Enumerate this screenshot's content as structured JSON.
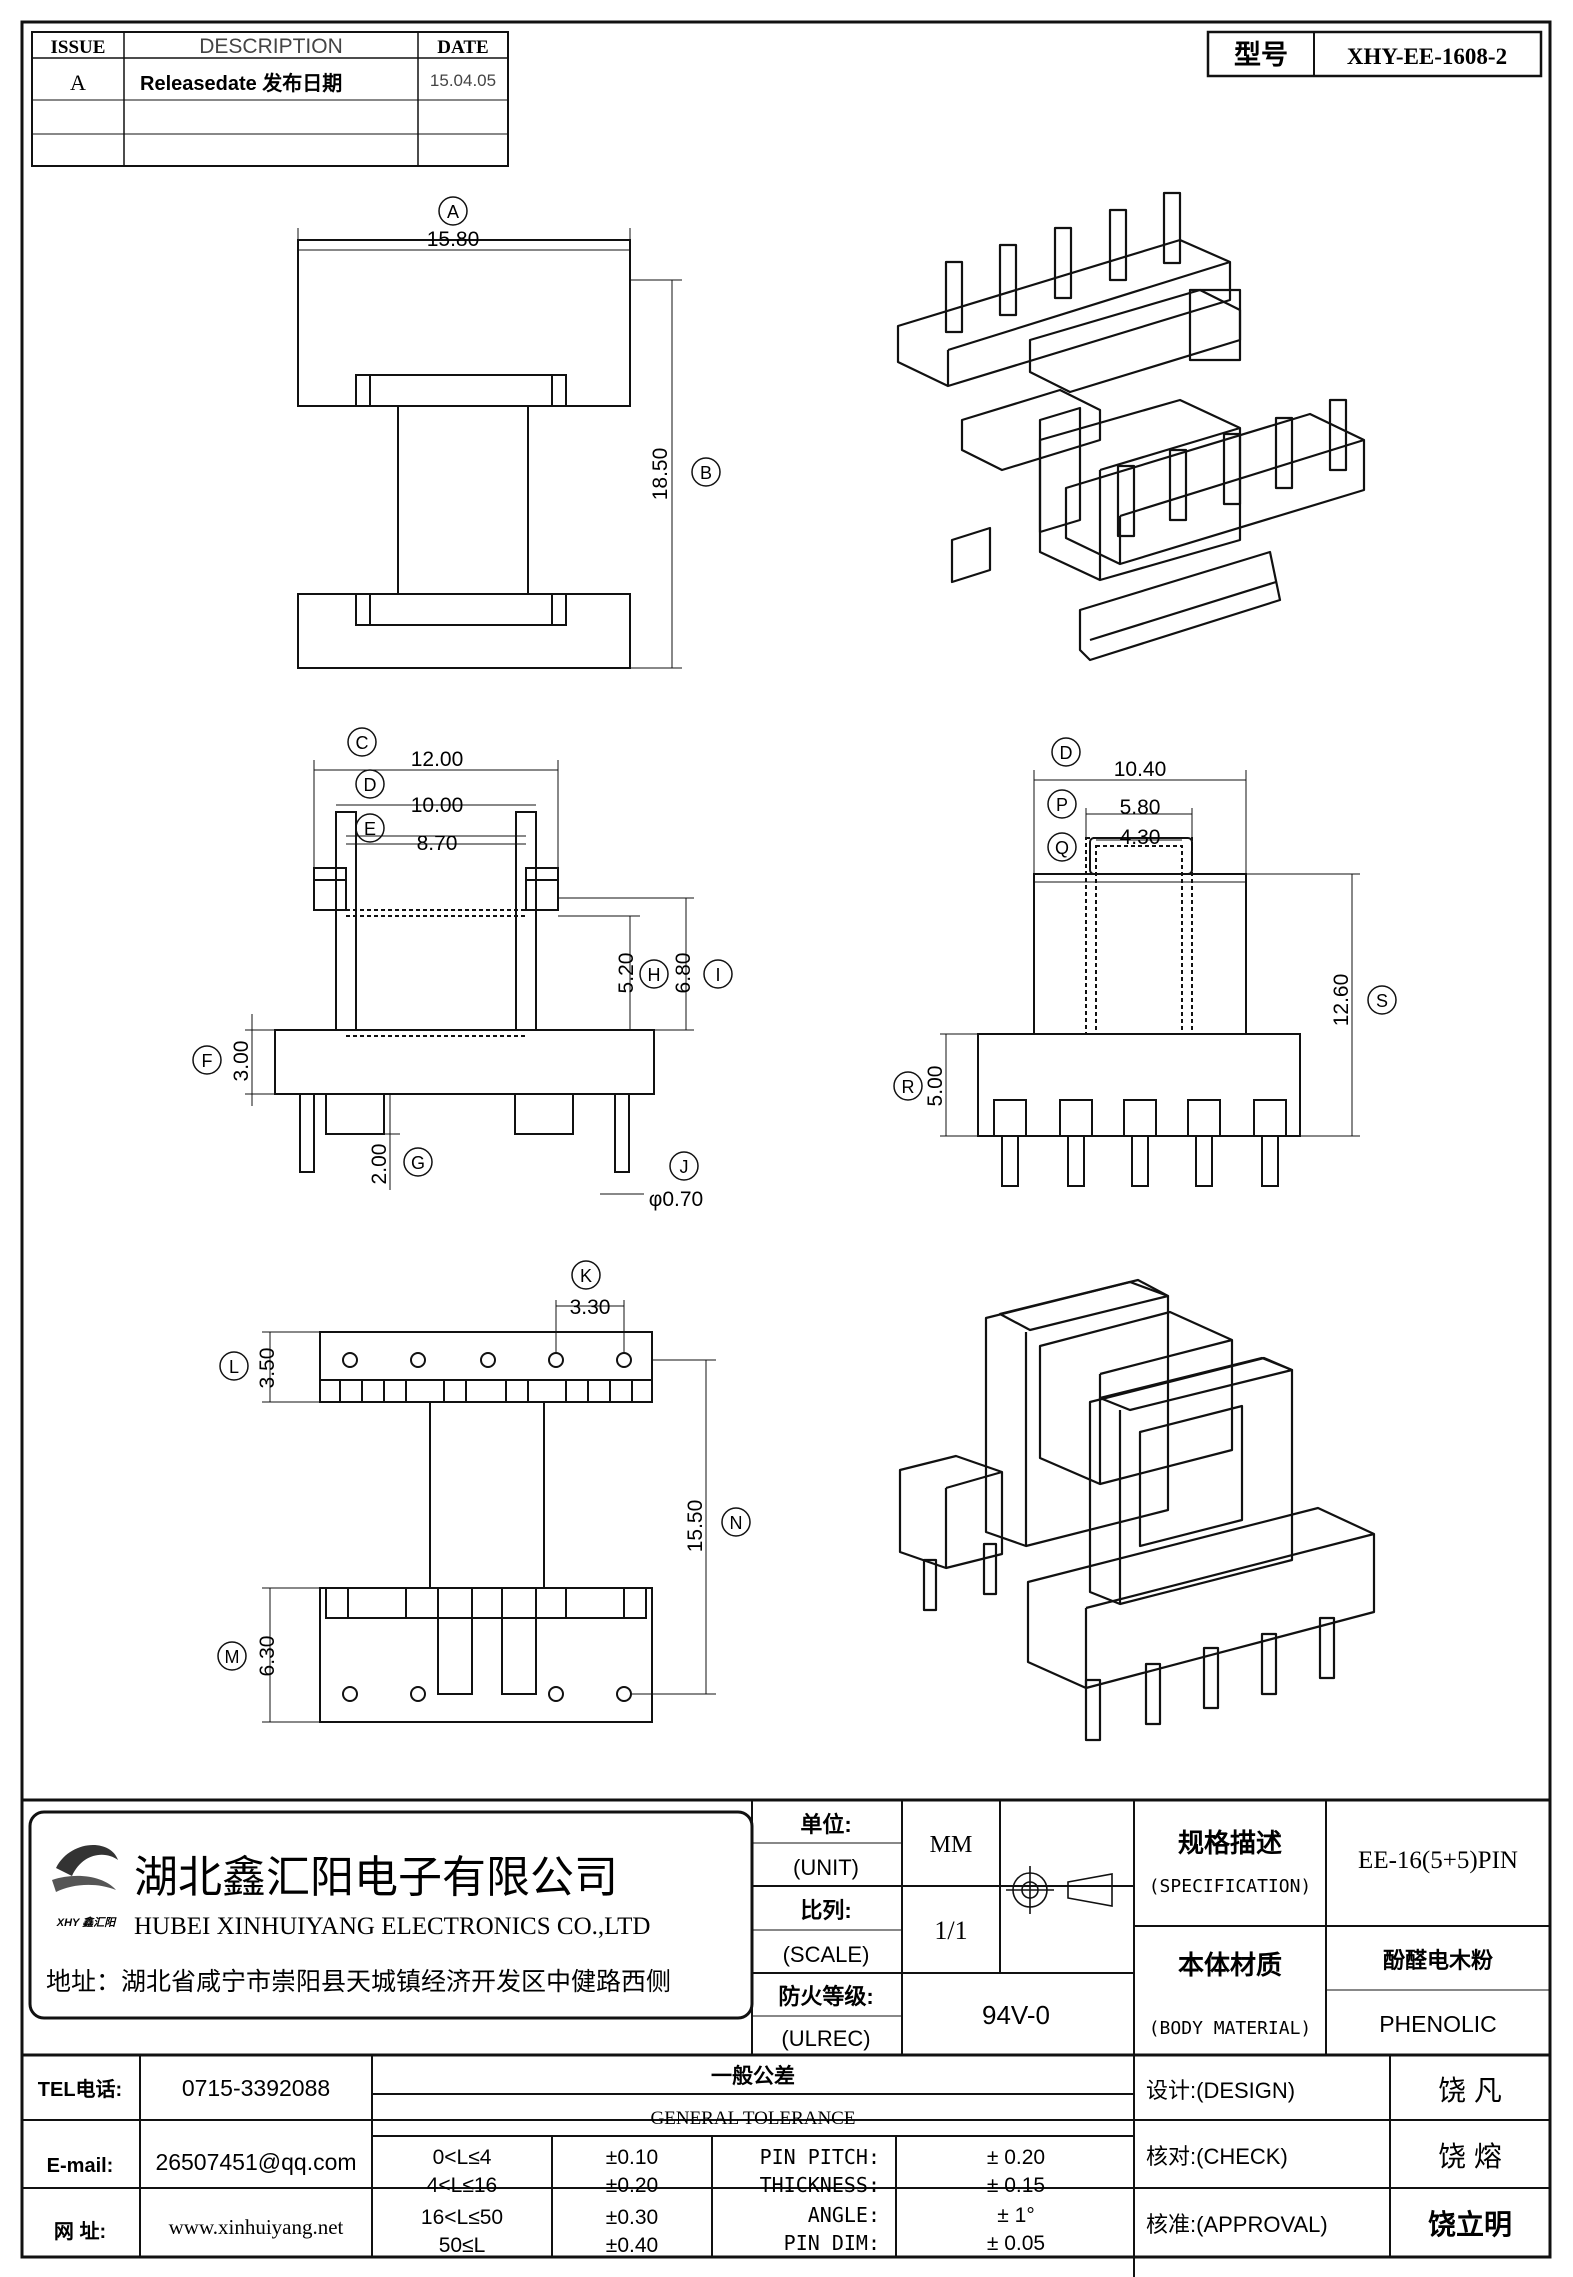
{
  "revision_table": {
    "headers": [
      "ISSUE",
      "DESCRIPTION",
      "DATE"
    ],
    "rows": [
      {
        "issue": "A",
        "description": "Releasedate 发布日期",
        "date": "15.04.05"
      }
    ]
  },
  "model": {
    "label": "型号",
    "value": "XHY-EE-1608-2"
  },
  "dimensions": {
    "A": {
      "label": "A",
      "value": "15.80"
    },
    "B": {
      "label": "B",
      "value": "18.50"
    },
    "C": {
      "label": "C",
      "value": "12.00"
    },
    "D": {
      "label": "D",
      "value": "10.00"
    },
    "E": {
      "label": "E",
      "value": "8.70"
    },
    "F": {
      "label": "F",
      "value": "3.00"
    },
    "G": {
      "label": "G",
      "value": "2.00"
    },
    "H": {
      "label": "H",
      "value": "5.20"
    },
    "I": {
      "label": "I",
      "value": "6.80"
    },
    "J": {
      "label": "J",
      "value": "φ0.70"
    },
    "D2": {
      "label": "D",
      "value": "10.40"
    },
    "P": {
      "label": "P",
      "value": "5.80"
    },
    "Q": {
      "label": "Q",
      "value": "4.30"
    },
    "R": {
      "label": "R",
      "value": "5.00"
    },
    "S": {
      "label": "S",
      "value": "12.60"
    },
    "K": {
      "label": "K",
      "value": "3.30"
    },
    "L": {
      "label": "L",
      "value": "3.50"
    },
    "M": {
      "label": "M",
      "value": "6.30"
    },
    "N": {
      "label": "N",
      "value": "15.50"
    }
  },
  "company": {
    "name_cn": "湖北鑫汇阳电子有限公司",
    "name_en": "HUBEI XINHUIYANG ELECTRONICS CO.,LTD",
    "address": "地址：湖北省咸宁市崇阳县天城镇经济开发区中健路西侧",
    "logo_text": "XHY 鑫汇阳"
  },
  "title_block": {
    "unit_cn": "单位:",
    "unit_en": "(UNIT)",
    "unit_value": "MM",
    "scale_cn": "比列:",
    "scale_en": "(SCALE)",
    "scale_value": "1/1",
    "ulrec_cn": "防火等级:",
    "ulrec_en": "(ULREC)",
    "ulrec_value": "94V-0",
    "spec_cn": "规格描述",
    "spec_en": "(SPECIFICATION)",
    "spec_value": "EE-16(5+5)PIN",
    "material_cn": "本体材质",
    "material_en": "(BODY MATERIAL)",
    "material_value_cn": "酚醛电木粉",
    "material_value_en": "PHENOLIC"
  },
  "contact": {
    "tel_label": "TEL电话:",
    "tel": "0715-3392088",
    "email_label": "E-mail:",
    "email": "26507451@qq.com",
    "web_label": "网  址:",
    "web": "www.xinhuiyang.net"
  },
  "tolerance": {
    "title_cn": "一般公差",
    "title_en": "GENERAL TOLERANCE",
    "ranges": [
      {
        "range": "0<L≤4",
        "tol": "±0.10"
      },
      {
        "range": "4<L≤16",
        "tol": "±0.20"
      },
      {
        "range": "16<L≤50",
        "tol": "±0.30"
      },
      {
        "range": "50≤L",
        "tol": "±0.40"
      }
    ],
    "specs": [
      {
        "name": "PIN PITCH:",
        "tol": "± 0.20"
      },
      {
        "name": "THICKNESS:",
        "tol": "± 0.15"
      },
      {
        "name": "ANGLE:",
        "tol": "± 1°"
      },
      {
        "name": "PIN DIM:",
        "tol": "± 0.05"
      }
    ]
  },
  "approvals": {
    "design_label": "设计:(DESIGN)",
    "design_name": "饶  凡",
    "check_label": "核对:(CHECK)",
    "check_name": "饶  熔",
    "approval_label": "核准:(APPROVAL)",
    "approval_name": "饶立明"
  }
}
